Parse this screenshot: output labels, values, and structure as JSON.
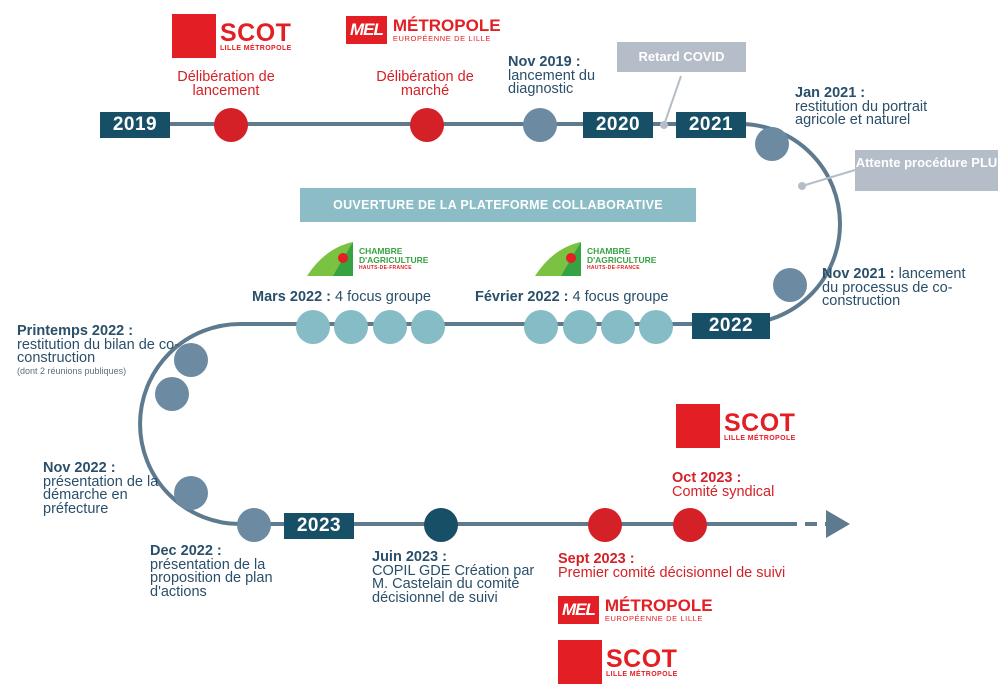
{
  "years": [
    "2019",
    "2020",
    "2021",
    "2022",
    "2023"
  ],
  "notes": {
    "retard_covid": "Retard COVID",
    "attente_plu": "Attente procédure PLU"
  },
  "banner": "OUVERTURE DE LA PLATEFORME COLLABORATIVE",
  "logos": {
    "scot_name": "SCOT",
    "scot_sub": "LILLE MÉTROPOLE",
    "mel_box": "MEL",
    "mel_name": "MÉTROPOLE",
    "mel_sub": "EUROPÉENNE DE LILLE",
    "ca_line1": "CHAMBRE",
    "ca_line2": "D'AGRICULTURE",
    "ca_sub": "HAUTS-DE-FRANCE"
  },
  "events": {
    "delib_lancement": "Délibération de lancement",
    "delib_marche": "Délibération de marché",
    "nov2019_title": "Nov 2019 :",
    "nov2019_text": "lancement du diagnostic",
    "jan2021_title": "Jan 2021 :",
    "jan2021_text": "restitution du portrait agricole et naturel",
    "nov2021_title": "Nov 2021 :",
    "nov2021_text_a": "lancement",
    "nov2021_text_b": "du processus de co-construction",
    "mars2022_title": "Mars 2022 :",
    "mars2022_text": "4 focus groupe",
    "fev2022_title": "Février 2022 :",
    "fev2022_text": "4 focus groupe",
    "print2022_title": "Printemps 2022 :",
    "print2022_text": "restitution du bilan de co-construction",
    "print2022_small": "(dont 2 réunions publiques)",
    "nov2022_title": "Nov 2022 :",
    "nov2022_text": "présentation de la démarche en préfecture",
    "dec2022_title": "Dec 2022 :",
    "dec2022_text": "présentation de la proposition de plan d'actions",
    "juin2023_title": "Juin 2023 :",
    "juin2023_text": "COPIL GDE Création par M. Castelain du comité décisionnel de suivi",
    "sept2023_title": "Sept 2023 :",
    "sept2023_text": "Premier comité décisionnel de suivi",
    "oct2023_title": "Oct 2023 :",
    "oct2023_text": "Comité syndical"
  },
  "colors": {
    "track": "#5e7a8e",
    "year_box": "#174f66",
    "dot_red": "#d42127",
    "dot_slate": "#6c8aa1",
    "dot_teal": "#86bcc6",
    "dot_navy": "#174f66",
    "note_bg": "#b5bec8",
    "banner_bg": "#8cbcc6"
  }
}
